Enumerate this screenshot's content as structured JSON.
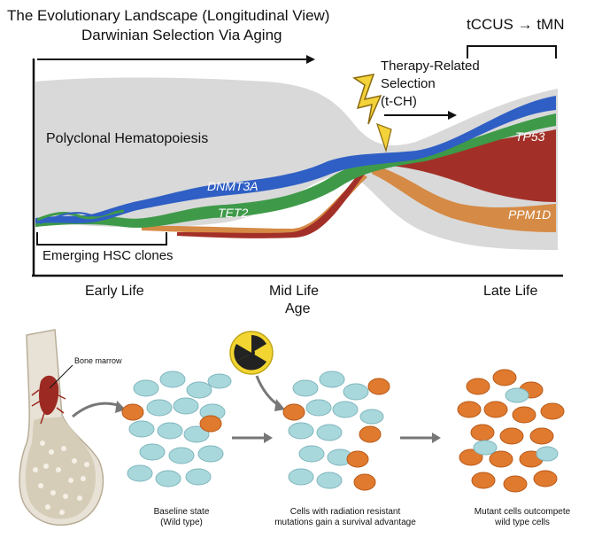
{
  "top": {
    "title_line1": "The Evolutionary Landscape (Longitudinal View)",
    "title_line2": "Darwinian Selection Via Aging",
    "tccus_label": "tCCUS → tMN",
    "therapy_line1": "Therapy-Related",
    "therapy_line2": "Selection",
    "therapy_line3": "(t-CH)",
    "polyclonal_label": "Polyclonal Hematopoiesis",
    "dnmt3a_label": "DNMT3A",
    "tet2_label": "TET2",
    "tp53_label": "TP53",
    "ppm1d_label": "PPM1D",
    "hsc_label": "Emerging HSC clones",
    "x_early": "Early Life",
    "x_mid": "Mid Life",
    "x_age": "Age",
    "x_late": "Late Life"
  },
  "bottom": {
    "bone_marrow_label": "Bone marrow",
    "baseline_line1": "Baseline state",
    "baseline_line2": "(Wild type)",
    "radiation_line1": "Cells with radiation resistant",
    "radiation_line2": "mutations gain a survival advantage",
    "outcompete_line1": "Mutant cells outcompete",
    "outcompete_line2": "wild type cells"
  },
  "colors": {
    "background_gray": "#d9d9d9",
    "dnmt3a": "#2f5fc4",
    "tet2": "#3e9a48",
    "tp53": "#a33028",
    "ppm1d": "#d58a45",
    "wild_cell": "#a9d8dc",
    "mutant_cell": "#e07a2e",
    "radiation_icon": "#f2d530"
  }
}
